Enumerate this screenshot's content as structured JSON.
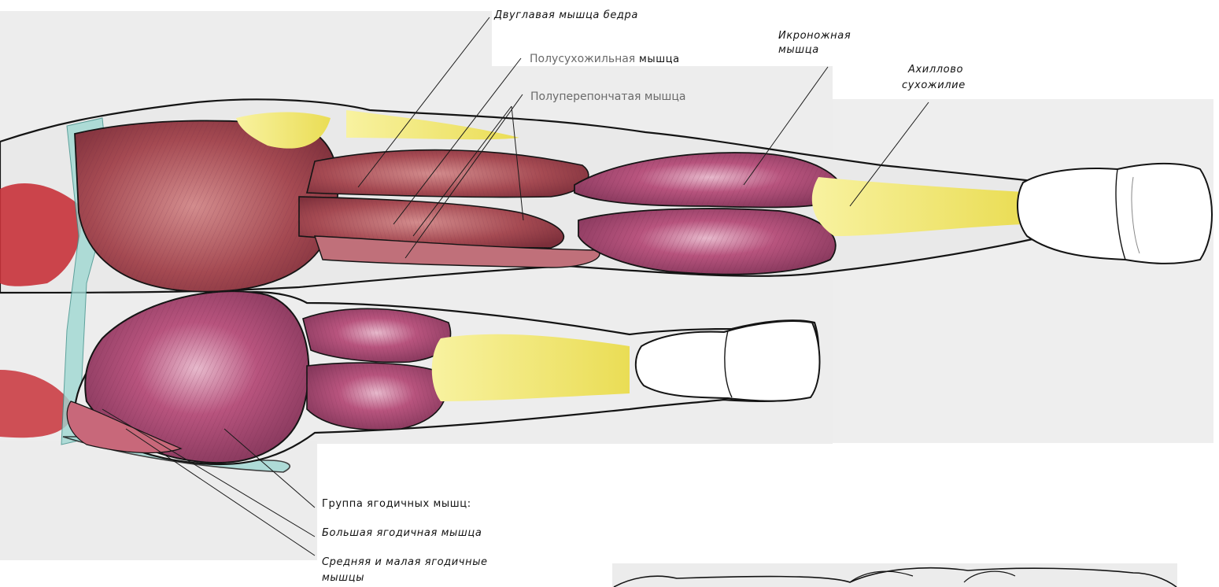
{
  "labels": {
    "biceps_femoris": "Двуглавая  мышца  бедра",
    "semitendinosus_grey": "Полусухожильная",
    "semitendinosus_suffix": "мышца",
    "semimembranosus": "Полуперепончатая мышца",
    "gastrocnemius_line1": "Икроножная",
    "gastrocnemius_line2": "мышца",
    "achilles_line1": "Ахиллово",
    "achilles_line2": "сухожилие",
    "gluteal_group": "Группа ягодичных мышц:",
    "gluteus_maximus": "Большая  ягодичная  мышца",
    "gluteus_medius_minimus_line1": "Средняя  и  малая ягодичные",
    "gluteus_medius_minimus_line2": "мышцы"
  },
  "colors": {
    "paper": "#efefef",
    "muscle": "#b8547e",
    "muscle_dark": "#8c3a5e",
    "hamstring": "#a54a52",
    "tendon": "#f4ec7a",
    "fascia": "#9fd8d2",
    "red_muscle": "#c8323a",
    "outline": "#141414"
  }
}
